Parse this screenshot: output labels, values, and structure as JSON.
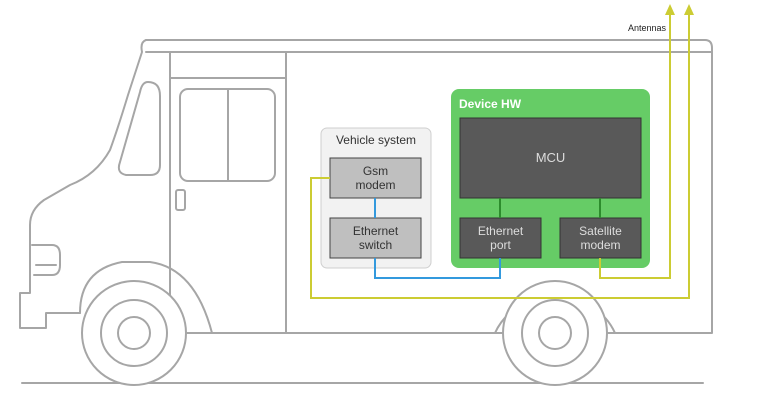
{
  "antennas_label": "Antennas",
  "vehicle_system": {
    "title": "Vehicle system",
    "gsm_modem": "Gsm modem",
    "ethernet_switch": "Ethernet switch"
  },
  "device_hw": {
    "title": "Device HW",
    "mcu": "MCU",
    "ethernet_port": "Ethernet port",
    "satellite_modem": "Satellite modem"
  },
  "colors": {
    "truck_outline": "#a6a6a6",
    "device_green": "#66cc66",
    "device_block": "#595959",
    "vehicle_panel": "#f2f2f2",
    "vehicle_block": "#bfbfbf",
    "antenna_line": "#cccc33",
    "ethernet_line": "#3399dd",
    "green_link": "#2d8c2d"
  }
}
